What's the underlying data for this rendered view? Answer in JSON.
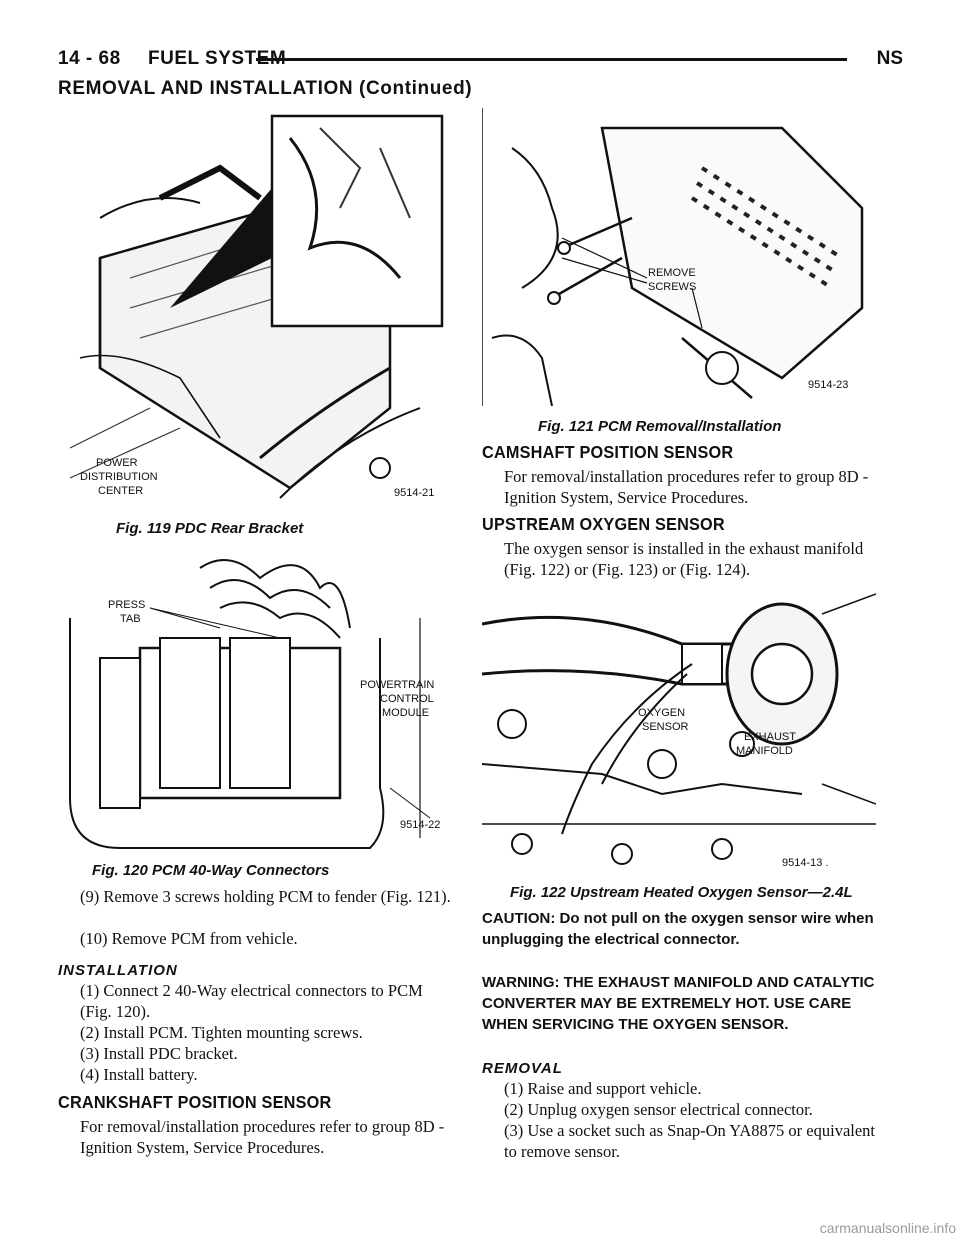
{
  "header": {
    "page_number": "14 - 68",
    "section": "FUEL SYSTEM",
    "code": "NS",
    "continued": "REMOVAL AND INSTALLATION (Continued)"
  },
  "figures": {
    "fig119": {
      "caption": "Fig. 119 PDC Rear Bracket",
      "labels": [
        "POWER",
        "DISTRIBUTION",
        "CENTER"
      ],
      "id": "9514-21"
    },
    "fig120": {
      "caption": "Fig. 120 PCM 40-Way Connectors",
      "labels": [
        "PRESS",
        "TAB",
        "POWERTRAIN",
        "CONTROL",
        "MODULE"
      ],
      "id": "9514-22"
    },
    "fig121": {
      "caption": "Fig. 121 PCM Removal/Installation",
      "labels": [
        "REMOVE",
        "SCREWS"
      ],
      "id": "9514-23"
    },
    "fig122": {
      "caption": "Fig. 122 Upstream Heated Oxygen Sensor—2.4L",
      "labels": [
        "OXYGEN",
        "SENSOR",
        "EXHAUST",
        "MANIFOLD"
      ],
      "id": "9514-13 ."
    }
  },
  "left_column": {
    "step9": "(9) Remove 3 screws holding PCM to fender (Fig. 121).",
    "step10": "(10) Remove PCM from vehicle.",
    "installation_heading": "INSTALLATION",
    "install_steps": [
      "(1) Connect 2 40-Way electrical connectors to PCM (Fig. 120).",
      "(2) Install PCM. Tighten mounting screws.",
      "(3) Install PDC bracket.",
      "(4) Install battery."
    ],
    "crank_heading": "CRANKSHAFT POSITION SENSOR",
    "crank_text": "For removal/installation procedures refer to group 8D - Ignition System, Service Procedures."
  },
  "right_column": {
    "cam_heading": "CAMSHAFT POSITION SENSOR",
    "cam_text": "For removal/installation procedures refer to group 8D - Ignition System, Service Procedures.",
    "o2_heading": "UPSTREAM OXYGEN SENSOR",
    "o2_text": "The oxygen sensor is installed in the exhaust manifold (Fig. 122) or (Fig. 123) or (Fig. 124).",
    "caution": "CAUTION: Do not pull on the oxygen sensor wire when unplugging the electrical connector.",
    "warning": "WARNING: THE EXHAUST MANIFOLD AND CATALYTIC CONVERTER MAY BE EXTREMELY HOT. USE CARE WHEN SERVICING THE OXYGEN SENSOR.",
    "removal_heading": "REMOVAL",
    "removal_steps": [
      "(1) Raise and support vehicle.",
      "(2) Unplug oxygen sensor electrical connector.",
      "(3) Use a socket such as Snap-On YA8875 or equivalent to remove sensor."
    ]
  },
  "watermark": "carmanualsonline.info"
}
